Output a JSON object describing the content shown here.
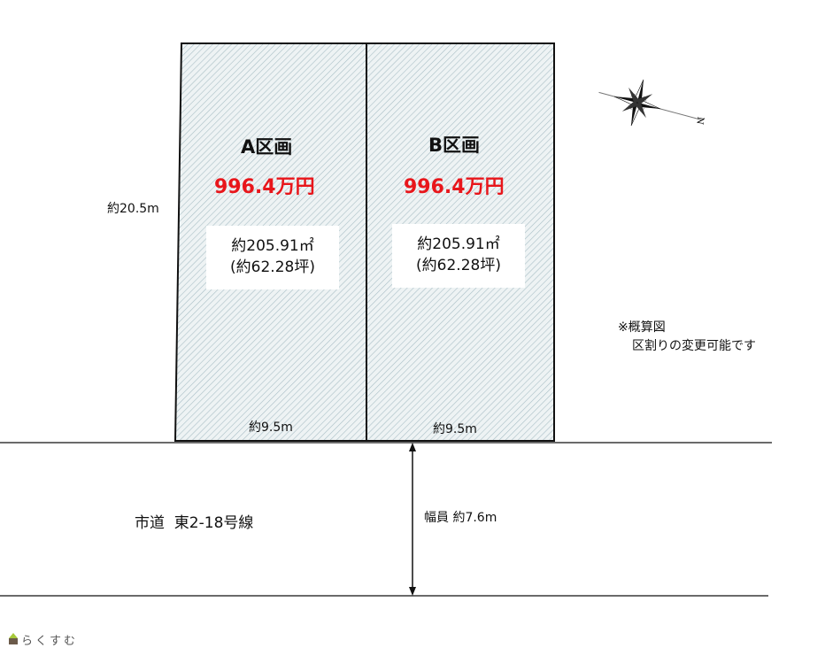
{
  "lots": [
    {
      "name": "A区画",
      "price": "996.4万円",
      "area_sqm": "約205.91㎡",
      "area_tsubo": "(約62.28坪)",
      "frontage": "約9.5m"
    },
    {
      "name": "B区画",
      "price": "996.4万円",
      "area_sqm": "約205.91㎡",
      "area_tsubo": "(約62.28坪)",
      "frontage": "約9.5m"
    }
  ],
  "depth_label": "約20.5m",
  "road": {
    "name": "市道  東2-18号線",
    "width_label": "幅員 約7.6m"
  },
  "note": {
    "line1": "※概算図",
    "line2": "区割りの変更可能です"
  },
  "compass": {
    "label": "N"
  },
  "logo": {
    "text": "らくすむ"
  },
  "colors": {
    "price": "#e8161b",
    "hatch": "#9fb7bf",
    "lot_fill": "#eef3f4"
  }
}
